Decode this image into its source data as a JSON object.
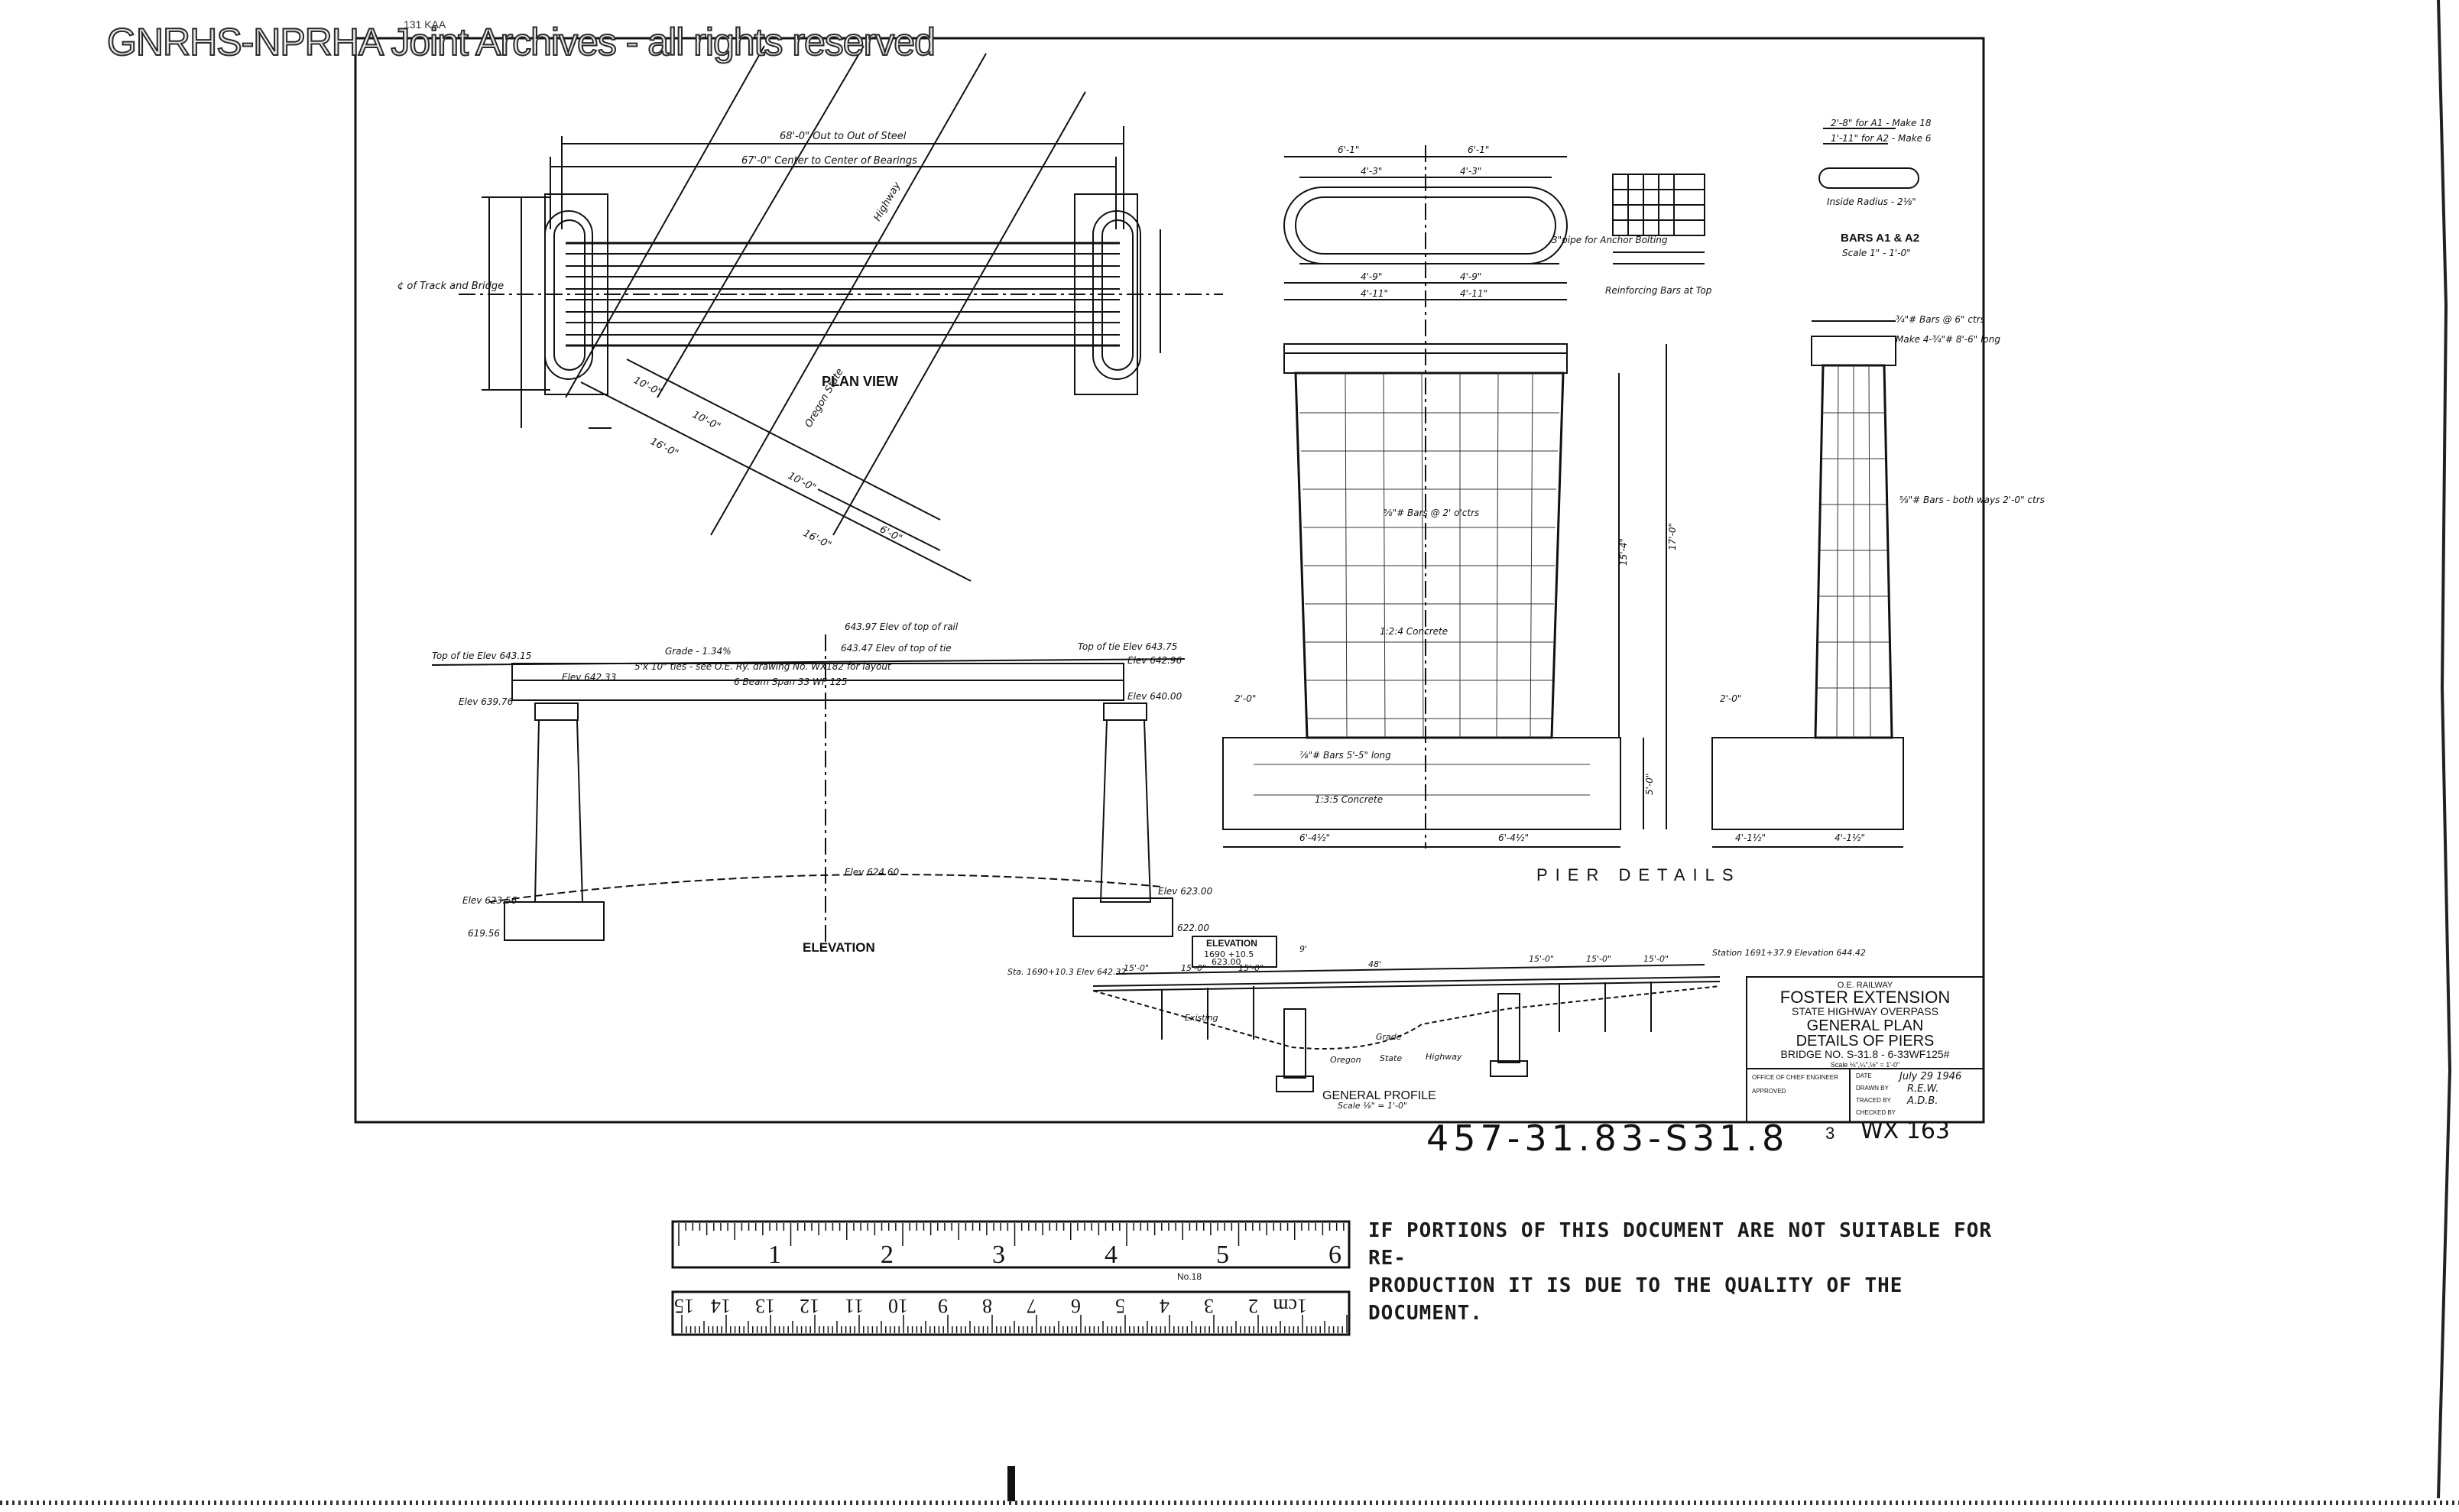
{
  "watermark": "GNRHS-NPRHA Joint Archives - all rights reserved",
  "stamp_number": "131 KAA",
  "plan_view": {
    "title": "PLAN VIEW",
    "dim_out_to_out": "68'-0\" Out to Out of Steel",
    "dim_center_bearings": "67'-0\" Center to Center of Bearings",
    "centerline_label": "¢ of Track and Bridge",
    "highway_label": "Highway",
    "oregon_state": "Oregon State",
    "dims": [
      "10'-0\"",
      "10'-0\"",
      "10'-0\"",
      "16'-0\"",
      "16'-0\"",
      "6'-0\""
    ]
  },
  "elevation": {
    "title": "ELEVATION",
    "grade": "Grade - 1.34%",
    "top_of_tie_left": "Top of tie Elev 643.15",
    "top_of_tie_right": "Top of tie Elev 643.75",
    "beam_note": "6 Beam Span 33 WF 125",
    "drawing_note": "5'x 10\" ties - see O.E. Ry. drawing No. WX182 for layout",
    "elev_rail": "643.97 Elev of top of rail",
    "elev_tie": "643.47 Elev of top of tie",
    "elev_642": "Elev 642.33",
    "elev_640": "Elev 640.00",
    "elev_624": "Elev 624.60",
    "elev_623": "Elev 623.00",
    "elev_622": "622.00",
    "elev_left": "Elev 623.56",
    "elev_619": "619.56",
    "elev_bearing": "Elev 639.76",
    "elev_right_top": "Elev 642.96"
  },
  "pier_details": {
    "title": "PIER DETAILS",
    "dims_top": [
      "6'-1\"",
      "6'-1\"",
      "4'-3\"",
      "4'-3\""
    ],
    "dims_mid": [
      "4'-9\"",
      "4'-9\"",
      "4'-11\"",
      "4'-11\""
    ],
    "dims_base": [
      "6'-4½\"",
      "6'-4½\""
    ],
    "side_dims_base": [
      "4'-1½\"",
      "4'-1½\""
    ],
    "height_15": "15'-4\"",
    "height_17": "17'-0\"",
    "height_5": "5'-0\"",
    "note_bars": "⅝\"# Bars @ 2' o'ctrs",
    "note_concrete": "1:2:4 Concrete",
    "note_concrete_base": "1:3:5 Concrete",
    "note_bars_long": "⅞\"# Bars 5'-5\" long",
    "note_bars_side": "⅝\"# Bars - both ways 2'-0\" ctrs",
    "note_bars_top": "¾\"# Bars @ 6\" ctrs",
    "make_note": "Make 4-¾\"# 8'-6\" long",
    "bars_a_title": "BARS A1 & A2",
    "bars_a_scale": "Scale 1\" - 1'-0\"",
    "bar_note_1": "2'-8\" for A1 - Make 18",
    "bar_note_2": "1'-11\" for A2 - Make 6",
    "bar_note_3": "Inside Radius - 2⅛\"",
    "reinforcing_label": "Reinforcing Bars at Top",
    "pipe_label": "3\"pipe for Anchor Bolting",
    "dim_2_0": "2'-0\"",
    "dim_2_0b": "2'-0\""
  },
  "general_profile": {
    "title": "GENERAL PROFILE",
    "scale": "Scale ⅛\" = 1'-0\"",
    "oregon": "Oregon",
    "state": "State",
    "highway": "Highway",
    "existing": "Existing",
    "grade": "Grade",
    "station_left": "Sta. 1690+10.3 Elev 642.32",
    "station_right": "Station 1691+37.9 Elevation 644.42",
    "dims": [
      "15'-0\"",
      "15'-0\"",
      "15'-0\"",
      "9'",
      "48'",
      "15'-0\"",
      "15'-0\"",
      "15'-0\""
    ],
    "elevation_box_title": "ELEVATION",
    "elevation_box_lines": [
      "1690 +10.5",
      "623.00"
    ]
  },
  "title_block": {
    "railway": "O.E. RAILWAY",
    "line1": "FOSTER EXTENSION",
    "line2": "STATE HIGHWAY OVERPASS",
    "line3": "GENERAL PLAN",
    "line4": "DETAILS OF PIERS",
    "line5": "BRIDGE NO. S-31.8 - 6-33WF125#",
    "scale": "Scale ⅛\",¼\",½\" = 1'-0\"",
    "office": "OFFICE OF CHIEF ENGINEER",
    "date_label": "DATE",
    "date": "July 29 1946",
    "drawn_label": "DRAWN BY",
    "drawn": "R.E.W.",
    "traced_label": "TRACED BY",
    "traced": "A.D.B.",
    "checked_label": "CHECKED BY",
    "approved_label": "APPROVED"
  },
  "doc_number": "457-31.83-S31.8",
  "sheet_small": "3",
  "sheet_number": "WX 163",
  "ruler_inches": {
    "numbers": [
      "1",
      "2",
      "3",
      "4",
      "5",
      "6"
    ],
    "maker": "No.18"
  },
  "ruler_cm": {
    "numbers": [
      "1cm",
      "2",
      "3",
      "4",
      "5",
      "6",
      "7",
      "8",
      "9",
      "10",
      "11",
      "12",
      "13",
      "14",
      "15"
    ]
  },
  "notice_line1": "IF PORTIONS OF THIS DOCUMENT ARE NOT SUITABLE FOR RE-",
  "notice_line2": "PRODUCTION IT IS DUE TO THE QUALITY OF THE DOCUMENT."
}
